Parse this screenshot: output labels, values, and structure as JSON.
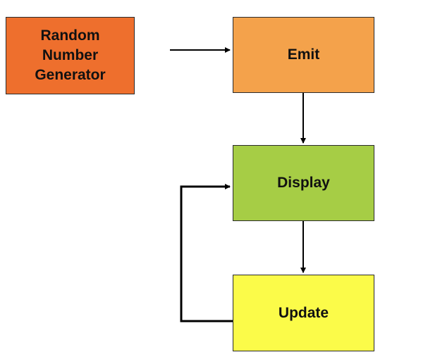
{
  "nodes": {
    "rng": {
      "label": "Random\nNumber\nGenerator",
      "color": "#ee6f2d"
    },
    "emit": {
      "label": "Emit",
      "color": "#f4a24b"
    },
    "display": {
      "label": "Display",
      "color": "#a6cd45"
    },
    "update": {
      "label": "Update",
      "color": "#fbfb49"
    }
  },
  "edges": [
    {
      "from": "rng",
      "to": "emit"
    },
    {
      "from": "emit",
      "to": "display"
    },
    {
      "from": "display",
      "to": "update"
    },
    {
      "from": "update",
      "to": "display"
    }
  ]
}
